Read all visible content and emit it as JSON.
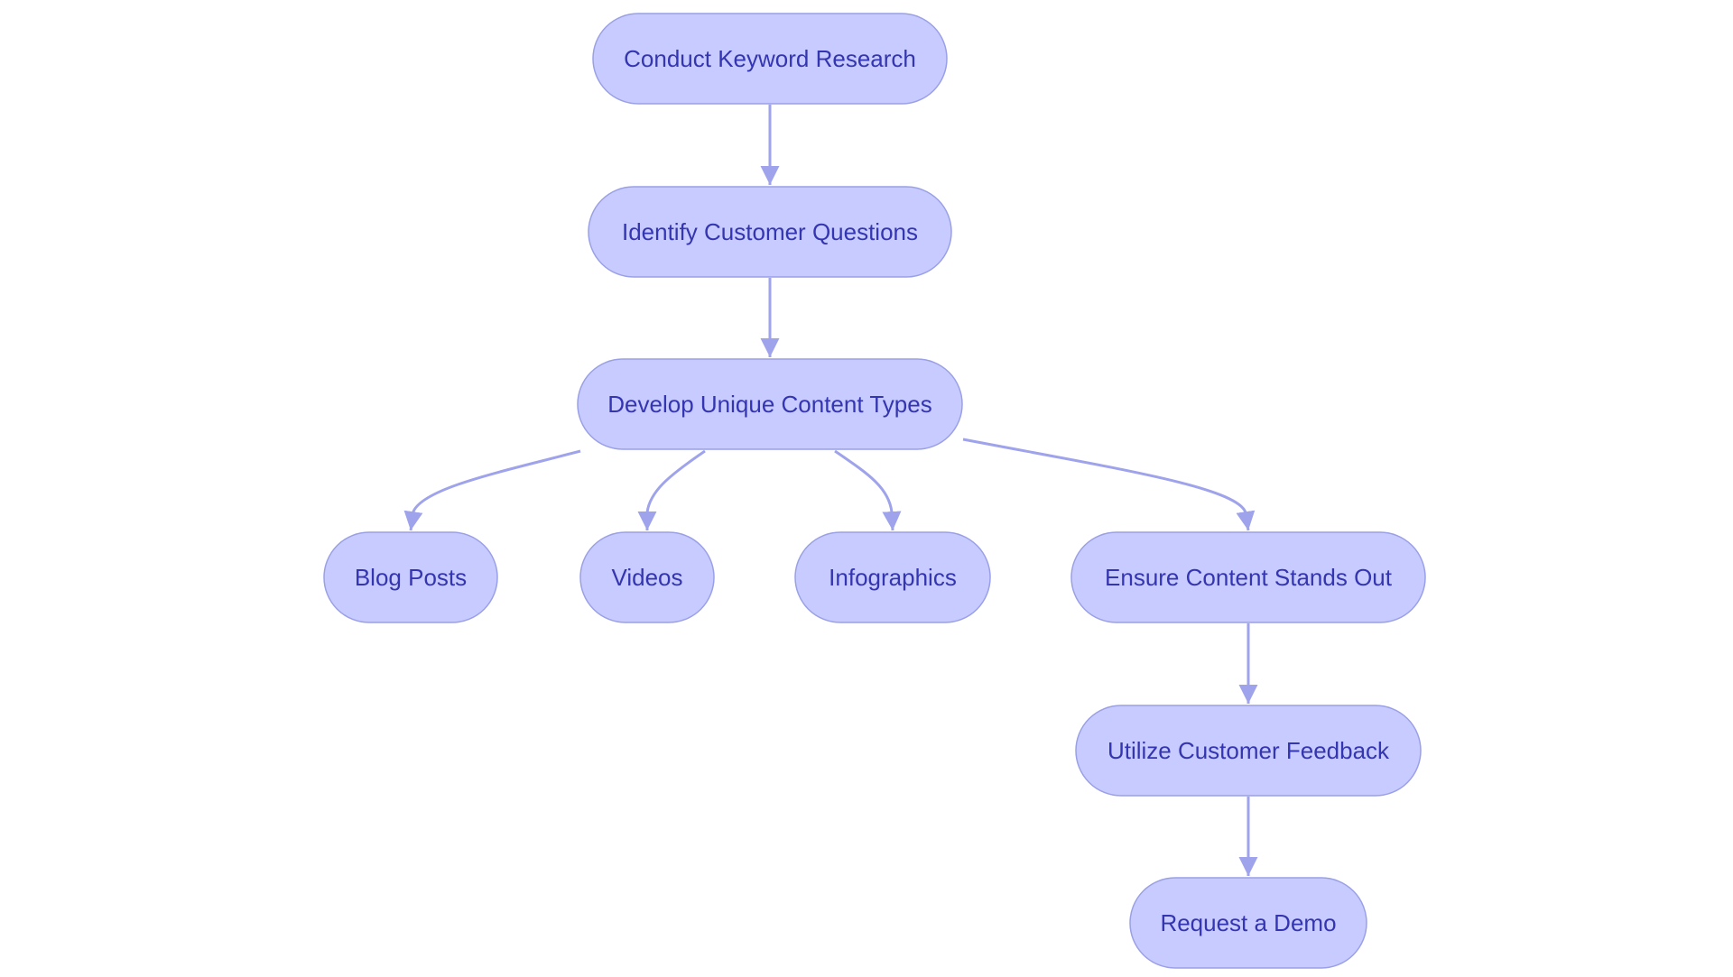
{
  "diagram": {
    "colors": {
      "node_fill": "#c8cbff",
      "node_border": "#9aa0e6",
      "node_text": "#3435b0",
      "edge": "#9ea3eb"
    },
    "nodes": [
      {
        "id": "keyword",
        "label": "Conduct Keyword Research"
      },
      {
        "id": "questions",
        "label": "Identify Customer Questions"
      },
      {
        "id": "develop",
        "label": "Develop Unique Content Types"
      },
      {
        "id": "blog",
        "label": "Blog Posts"
      },
      {
        "id": "videos",
        "label": "Videos"
      },
      {
        "id": "infographics",
        "label": "Infographics"
      },
      {
        "id": "standout",
        "label": "Ensure Content Stands Out"
      },
      {
        "id": "feedback",
        "label": "Utilize Customer Feedback"
      },
      {
        "id": "demo",
        "label": "Request a Demo"
      }
    ],
    "edges": [
      {
        "from": "keyword",
        "to": "questions"
      },
      {
        "from": "questions",
        "to": "develop"
      },
      {
        "from": "develop",
        "to": "blog"
      },
      {
        "from": "develop",
        "to": "videos"
      },
      {
        "from": "develop",
        "to": "infographics"
      },
      {
        "from": "develop",
        "to": "standout"
      },
      {
        "from": "standout",
        "to": "feedback"
      },
      {
        "from": "feedback",
        "to": "demo"
      }
    ]
  }
}
